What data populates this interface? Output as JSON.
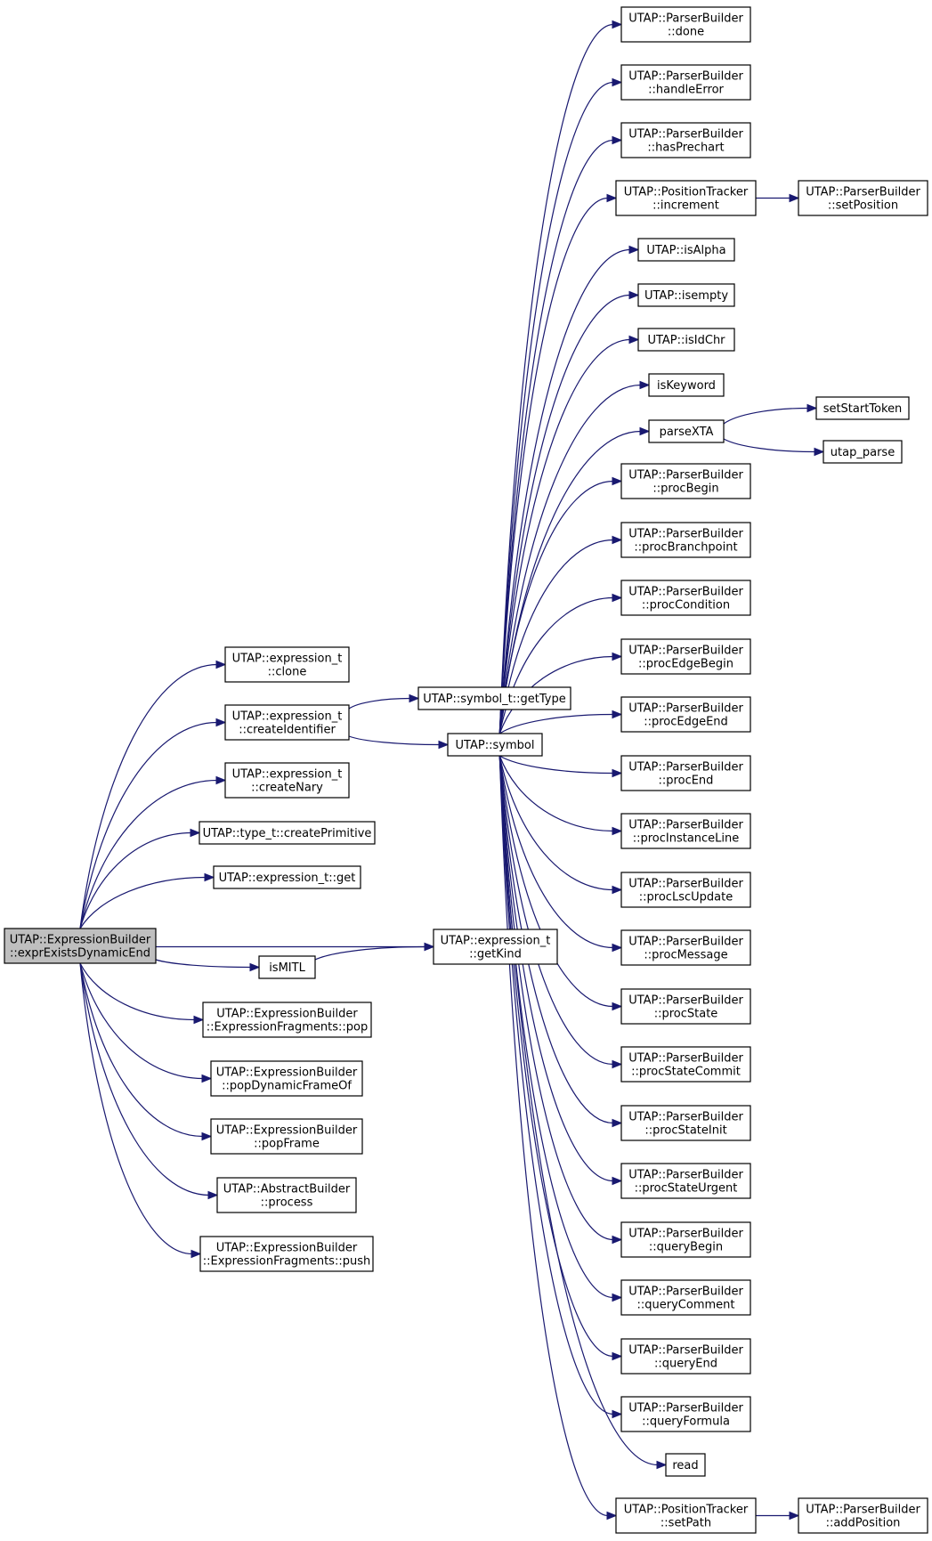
{
  "graph": {
    "root": "exprExistsDynamicEnd",
    "nodes": [
      {
        "id": "exprExistsDynamicEnd",
        "lines": [
          "UTAP::ExpressionBuilder",
          "::exprExistsDynamicEnd"
        ]
      },
      {
        "id": "clone",
        "lines": [
          "UTAP::expression_t",
          "::clone"
        ]
      },
      {
        "id": "createIdentifier",
        "lines": [
          "UTAP::expression_t",
          "::createIdentifier"
        ]
      },
      {
        "id": "createNary",
        "lines": [
          "UTAP::expression_t",
          "::createNary"
        ]
      },
      {
        "id": "createPrimitive",
        "lines": [
          "UTAP::type_t::createPrimitive"
        ]
      },
      {
        "id": "get",
        "lines": [
          "UTAP::expression_t::get"
        ]
      },
      {
        "id": "isMITL",
        "lines": [
          "isMITL"
        ]
      },
      {
        "id": "fragPop",
        "lines": [
          "UTAP::ExpressionBuilder",
          "::ExpressionFragments::pop"
        ]
      },
      {
        "id": "popDynamicFrameOf",
        "lines": [
          "UTAP::ExpressionBuilder",
          "::popDynamicFrameOf"
        ]
      },
      {
        "id": "popFrame",
        "lines": [
          "UTAP::ExpressionBuilder",
          "::popFrame"
        ]
      },
      {
        "id": "process",
        "lines": [
          "UTAP::AbstractBuilder",
          "::process"
        ]
      },
      {
        "id": "fragPush",
        "lines": [
          "UTAP::ExpressionBuilder",
          "::ExpressionFragments::push"
        ]
      },
      {
        "id": "getType",
        "lines": [
          "UTAP::symbol_t::getType"
        ]
      },
      {
        "id": "symbol",
        "lines": [
          "UTAP::symbol"
        ]
      },
      {
        "id": "getKind",
        "lines": [
          "UTAP::expression_t",
          "::getKind"
        ]
      },
      {
        "id": "done",
        "lines": [
          "UTAP::ParserBuilder",
          "::done"
        ]
      },
      {
        "id": "handleError",
        "lines": [
          "UTAP::ParserBuilder",
          "::handleError"
        ]
      },
      {
        "id": "hasPrechart",
        "lines": [
          "UTAP::ParserBuilder",
          "::hasPrechart"
        ]
      },
      {
        "id": "increment",
        "lines": [
          "UTAP::PositionTracker",
          "::increment"
        ]
      },
      {
        "id": "isAlpha",
        "lines": [
          "UTAP::isAlpha"
        ]
      },
      {
        "id": "isempty",
        "lines": [
          "UTAP::isempty"
        ]
      },
      {
        "id": "isIdChr",
        "lines": [
          "UTAP::isIdChr"
        ]
      },
      {
        "id": "isKeyword",
        "lines": [
          "isKeyword"
        ]
      },
      {
        "id": "parseXTA",
        "lines": [
          "parseXTA"
        ]
      },
      {
        "id": "procBegin",
        "lines": [
          "UTAP::ParserBuilder",
          "::procBegin"
        ]
      },
      {
        "id": "procBranchpoint",
        "lines": [
          "UTAP::ParserBuilder",
          "::procBranchpoint"
        ]
      },
      {
        "id": "procCondition",
        "lines": [
          "UTAP::ParserBuilder",
          "::procCondition"
        ]
      },
      {
        "id": "procEdgeBegin",
        "lines": [
          "UTAP::ParserBuilder",
          "::procEdgeBegin"
        ]
      },
      {
        "id": "procEdgeEnd",
        "lines": [
          "UTAP::ParserBuilder",
          "::procEdgeEnd"
        ]
      },
      {
        "id": "procEnd",
        "lines": [
          "UTAP::ParserBuilder",
          "::procEnd"
        ]
      },
      {
        "id": "procInstanceLine",
        "lines": [
          "UTAP::ParserBuilder",
          "::procInstanceLine"
        ]
      },
      {
        "id": "procLscUpdate",
        "lines": [
          "UTAP::ParserBuilder",
          "::procLscUpdate"
        ]
      },
      {
        "id": "procMessage",
        "lines": [
          "UTAP::ParserBuilder",
          "::procMessage"
        ]
      },
      {
        "id": "procState",
        "lines": [
          "UTAP::ParserBuilder",
          "::procState"
        ]
      },
      {
        "id": "procStateCommit",
        "lines": [
          "UTAP::ParserBuilder",
          "::procStateCommit"
        ]
      },
      {
        "id": "procStateInit",
        "lines": [
          "UTAP::ParserBuilder",
          "::procStateInit"
        ]
      },
      {
        "id": "procStateUrgent",
        "lines": [
          "UTAP::ParserBuilder",
          "::procStateUrgent"
        ]
      },
      {
        "id": "queryBegin",
        "lines": [
          "UTAP::ParserBuilder",
          "::queryBegin"
        ]
      },
      {
        "id": "queryComment",
        "lines": [
          "UTAP::ParserBuilder",
          "::queryComment"
        ]
      },
      {
        "id": "queryEnd",
        "lines": [
          "UTAP::ParserBuilder",
          "::queryEnd"
        ]
      },
      {
        "id": "queryFormula",
        "lines": [
          "UTAP::ParserBuilder",
          "::queryFormula"
        ]
      },
      {
        "id": "read",
        "lines": [
          "read"
        ]
      },
      {
        "id": "setPath",
        "lines": [
          "UTAP::PositionTracker",
          "::setPath"
        ]
      },
      {
        "id": "setPosition",
        "lines": [
          "UTAP::ParserBuilder",
          "::setPosition"
        ]
      },
      {
        "id": "setStartToken",
        "lines": [
          "setStartToken"
        ]
      },
      {
        "id": "utap_parse",
        "lines": [
          "utap_parse"
        ]
      },
      {
        "id": "addPosition",
        "lines": [
          "UTAP::ParserBuilder",
          "::addPosition"
        ]
      }
    ],
    "edges": [
      [
        "exprExistsDynamicEnd",
        "clone"
      ],
      [
        "exprExistsDynamicEnd",
        "createIdentifier"
      ],
      [
        "exprExistsDynamicEnd",
        "createNary"
      ],
      [
        "exprExistsDynamicEnd",
        "createPrimitive"
      ],
      [
        "exprExistsDynamicEnd",
        "get"
      ],
      [
        "exprExistsDynamicEnd",
        "getKind"
      ],
      [
        "exprExistsDynamicEnd",
        "isMITL"
      ],
      [
        "exprExistsDynamicEnd",
        "fragPop"
      ],
      [
        "exprExistsDynamicEnd",
        "popDynamicFrameOf"
      ],
      [
        "exprExistsDynamicEnd",
        "popFrame"
      ],
      [
        "exprExistsDynamicEnd",
        "process"
      ],
      [
        "exprExistsDynamicEnd",
        "fragPush"
      ],
      [
        "createIdentifier",
        "getType"
      ],
      [
        "createIdentifier",
        "symbol"
      ],
      [
        "isMITL",
        "getKind"
      ],
      [
        "symbol",
        "done"
      ],
      [
        "symbol",
        "handleError"
      ],
      [
        "symbol",
        "hasPrechart"
      ],
      [
        "symbol",
        "increment"
      ],
      [
        "symbol",
        "isAlpha"
      ],
      [
        "symbol",
        "isempty"
      ],
      [
        "symbol",
        "isIdChr"
      ],
      [
        "symbol",
        "isKeyword"
      ],
      [
        "symbol",
        "parseXTA"
      ],
      [
        "symbol",
        "procBegin"
      ],
      [
        "symbol",
        "procBranchpoint"
      ],
      [
        "symbol",
        "procCondition"
      ],
      [
        "symbol",
        "procEdgeBegin"
      ],
      [
        "symbol",
        "procEdgeEnd"
      ],
      [
        "symbol",
        "procEnd"
      ],
      [
        "symbol",
        "procInstanceLine"
      ],
      [
        "symbol",
        "procLscUpdate"
      ],
      [
        "symbol",
        "procMessage"
      ],
      [
        "symbol",
        "procState"
      ],
      [
        "symbol",
        "procStateCommit"
      ],
      [
        "symbol",
        "procStateInit"
      ],
      [
        "symbol",
        "procStateUrgent"
      ],
      [
        "symbol",
        "queryBegin"
      ],
      [
        "symbol",
        "queryComment"
      ],
      [
        "symbol",
        "queryEnd"
      ],
      [
        "symbol",
        "queryFormula"
      ],
      [
        "symbol",
        "read"
      ],
      [
        "symbol",
        "setPath"
      ],
      [
        "increment",
        "setPosition"
      ],
      [
        "parseXTA",
        "setStartToken"
      ],
      [
        "parseXTA",
        "utap_parse"
      ],
      [
        "setPath",
        "addPosition"
      ]
    ]
  }
}
